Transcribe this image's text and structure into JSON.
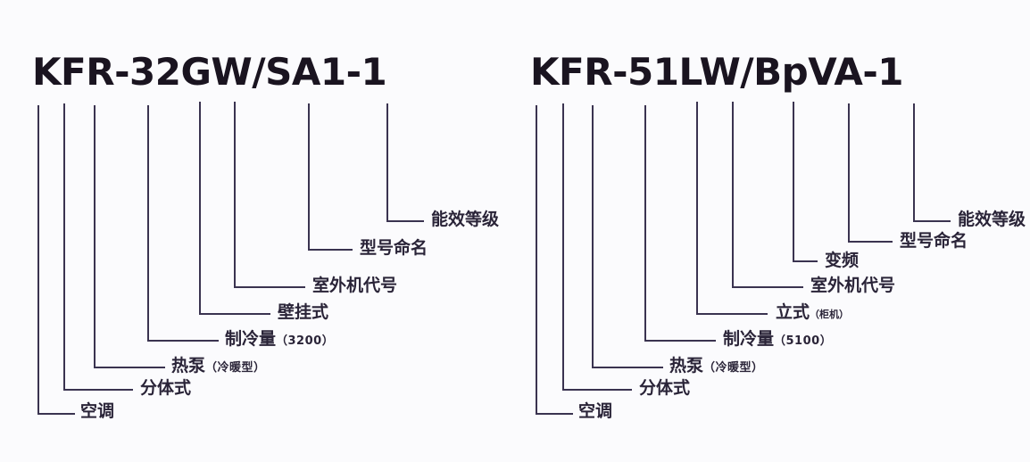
{
  "diagram": {
    "kind": "air-conditioner-model-number-breakdown",
    "background_color": "#fbfbfd",
    "line_color": "#3a3350",
    "text_color": "#2a2438"
  },
  "left": {
    "title": "KFR-32GW/SA1-1",
    "callouts": [
      {
        "id": "kongtiao",
        "label": "空调",
        "paren": ""
      },
      {
        "id": "fentishi",
        "label": "分体式",
        "paren": ""
      },
      {
        "id": "rebeng",
        "label": "热泵",
        "paren": "（冷暖型）"
      },
      {
        "id": "zhilengliang",
        "label": "制冷量",
        "paren": "（3200）"
      },
      {
        "id": "biguashi",
        "label": "壁挂式",
        "paren": ""
      },
      {
        "id": "shiwaiji",
        "label": "室外机代号",
        "paren": ""
      },
      {
        "id": "xinghao",
        "label": "型号命名",
        "paren": ""
      },
      {
        "id": "nengxiao",
        "label": "能效等级",
        "paren": ""
      }
    ]
  },
  "right": {
    "title": "KFR-51LW/BpVA-1",
    "callouts": [
      {
        "id": "kongtiao",
        "label": "空调",
        "paren": ""
      },
      {
        "id": "fentishi",
        "label": "分体式",
        "paren": ""
      },
      {
        "id": "rebeng",
        "label": "热泵",
        "paren": "（冷暖型）"
      },
      {
        "id": "zhilengliang",
        "label": "制冷量",
        "paren": "（5100）"
      },
      {
        "id": "lishi",
        "label": "立式",
        "paren": "（柜机）"
      },
      {
        "id": "shiwaiji",
        "label": "室外机代号",
        "paren": ""
      },
      {
        "id": "bianpin",
        "label": "变频",
        "paren": ""
      },
      {
        "id": "xinghao",
        "label": "型号命名",
        "paren": ""
      },
      {
        "id": "nengxiao",
        "label": "能效等级",
        "paren": ""
      }
    ]
  }
}
